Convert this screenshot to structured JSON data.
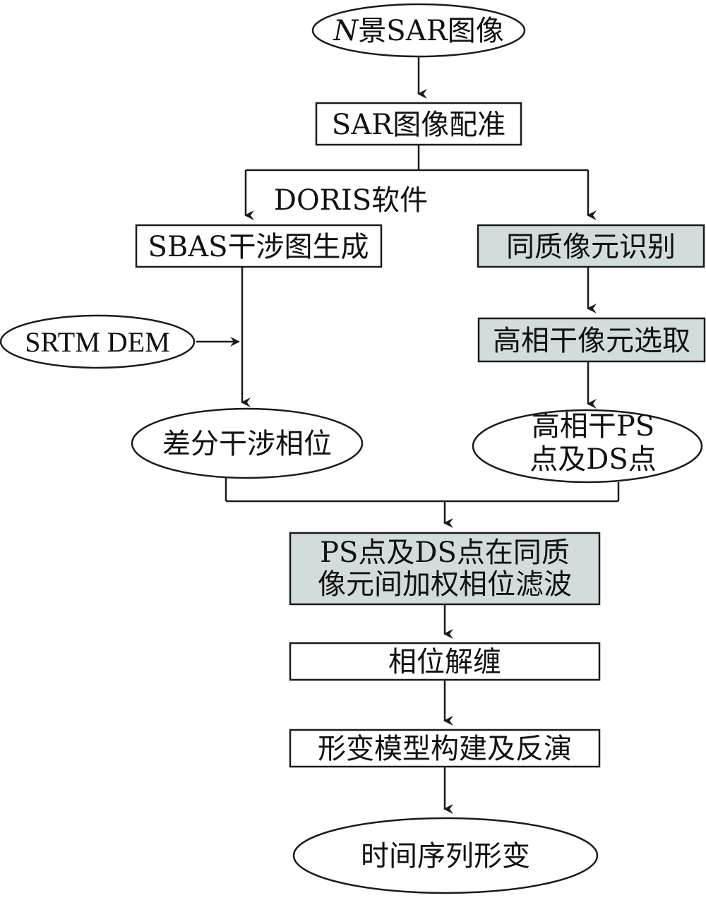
{
  "nodes": {
    "sar_images": {
      "prefix": "N",
      "text": "景SAR图像"
    },
    "registration": {
      "text": "SAR图像配准"
    },
    "doris_label": {
      "text": "DORIS软件"
    },
    "sbas": {
      "text": "SBAS干涉图生成"
    },
    "homogeneous": {
      "text": "同质像元识别"
    },
    "srtm": {
      "text": "SRTM DEM"
    },
    "coherent_select": {
      "text": "高相干像元选取"
    },
    "diff_phase": {
      "text": "差分干涉相位"
    },
    "ps_ds": {
      "line1": "高相干PS",
      "line2": "点及DS点"
    },
    "weighted_filter": {
      "line1": "PS点及DS点在同质",
      "line2": "像元间加权相位滤波"
    },
    "unwrap": {
      "text": "相位解缠"
    },
    "model": {
      "text": "形变模型构建及反演"
    },
    "time_series": {
      "text": "时间序列形变"
    }
  },
  "colors": {
    "stroke": "#1a1a1a",
    "shaded_fill": "#d3dcdc",
    "background": "#ffffff"
  }
}
